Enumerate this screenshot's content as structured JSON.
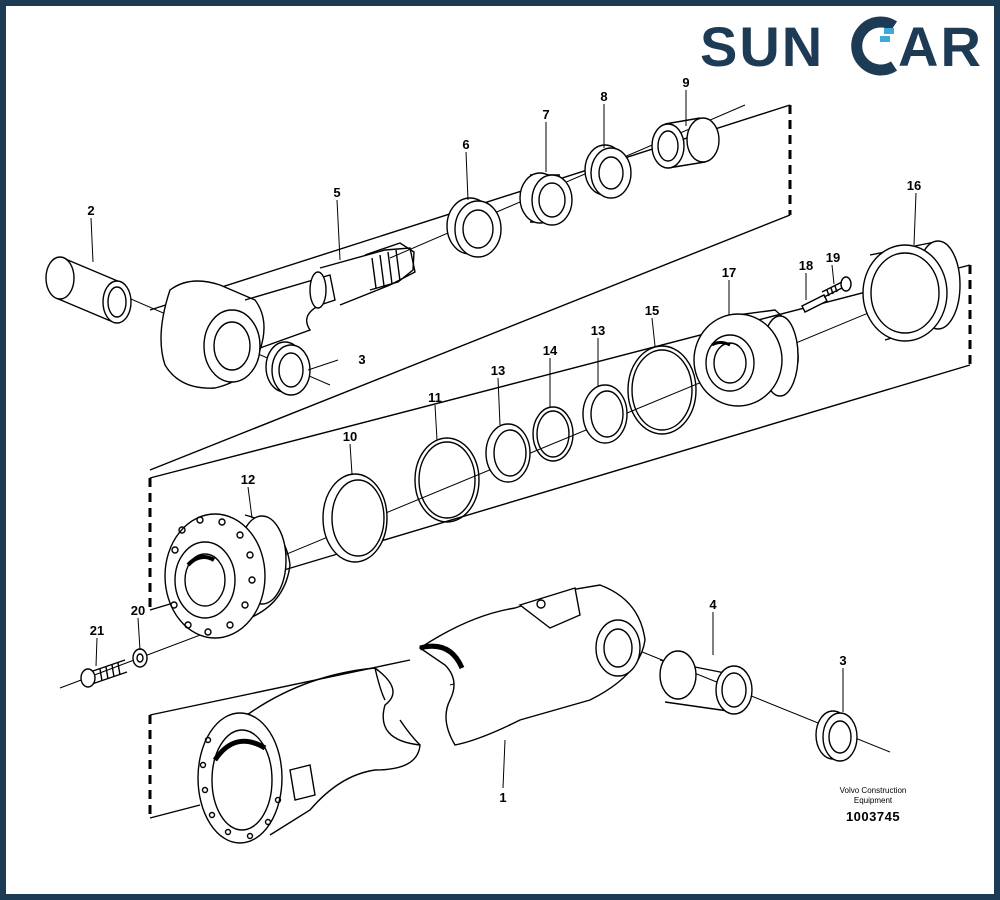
{
  "brand": {
    "name_left": "SUN",
    "name_right": "AR",
    "color": "#1d3b54",
    "accent": "#3fa9d8"
  },
  "credit": {
    "line1": "Volvo Construction",
    "line2": "Equipment",
    "number": "1003745"
  },
  "callouts": [
    {
      "id": "c1",
      "text": "1"
    },
    {
      "id": "c2",
      "text": "2"
    },
    {
      "id": "c3a",
      "text": "3"
    },
    {
      "id": "c3b",
      "text": "3"
    },
    {
      "id": "c4",
      "text": "4"
    },
    {
      "id": "c5",
      "text": "5"
    },
    {
      "id": "c6",
      "text": "6"
    },
    {
      "id": "c7",
      "text": "7"
    },
    {
      "id": "c8",
      "text": "8"
    },
    {
      "id": "c9",
      "text": "9"
    },
    {
      "id": "c10",
      "text": "10"
    },
    {
      "id": "c11",
      "text": "11"
    },
    {
      "id": "c12",
      "text": "12"
    },
    {
      "id": "c13a",
      "text": "13"
    },
    {
      "id": "c13b",
      "text": "13"
    },
    {
      "id": "c14",
      "text": "14"
    },
    {
      "id": "c15",
      "text": "15"
    },
    {
      "id": "c16",
      "text": "16"
    },
    {
      "id": "c17",
      "text": "17"
    },
    {
      "id": "c18",
      "text": "18"
    },
    {
      "id": "c19",
      "text": "19"
    },
    {
      "id": "c20",
      "text": "20"
    },
    {
      "id": "c21",
      "text": "21"
    }
  ]
}
